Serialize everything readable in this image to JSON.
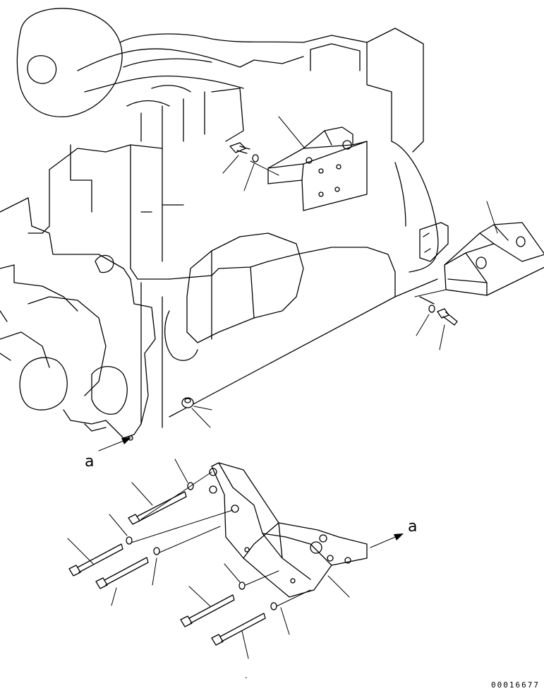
{
  "figure": {
    "view_label_near_engine": "a",
    "view_label_near_bracket": "a",
    "drawing_code": "00016677",
    "leader_label_small": "-"
  }
}
